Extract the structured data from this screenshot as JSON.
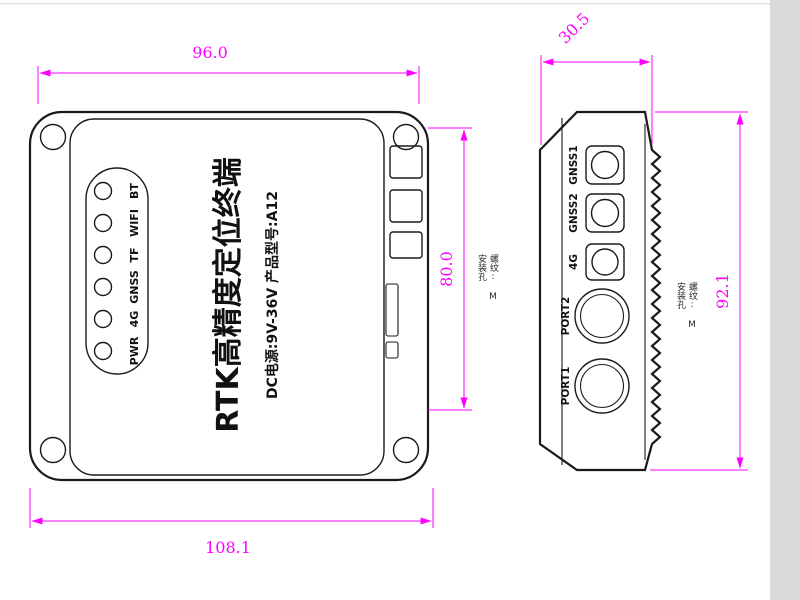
{
  "front_view": {
    "title": "RTK高精度定位终端",
    "subtitle": "DC电源:9V-36V 产品型号:A12",
    "led_labels_top_to_bottom": [
      "BT",
      "WIFI",
      "TF",
      "GNSS",
      "4G",
      "PWR"
    ]
  },
  "side_view": {
    "connector_labels": [
      "GNSS1",
      "GNSS2",
      "4G",
      "PORT2",
      "PORT1"
    ]
  },
  "dimensions": {
    "front_top_width": "96.0",
    "front_bottom_width": "108.1",
    "front_height": "80.0",
    "side_width": "30.5",
    "side_height": "92.1"
  },
  "notes": {
    "front_note_col1": "安装孔",
    "front_note_col2": "螺纹: M",
    "side_note_col1": "安装孔",
    "side_note_col2": "螺纹: M"
  },
  "colors": {
    "dimension_magenta": "#ff00ff",
    "line_black": "#1a1a1a",
    "page_edge_gray": "#d9d9d9"
  }
}
